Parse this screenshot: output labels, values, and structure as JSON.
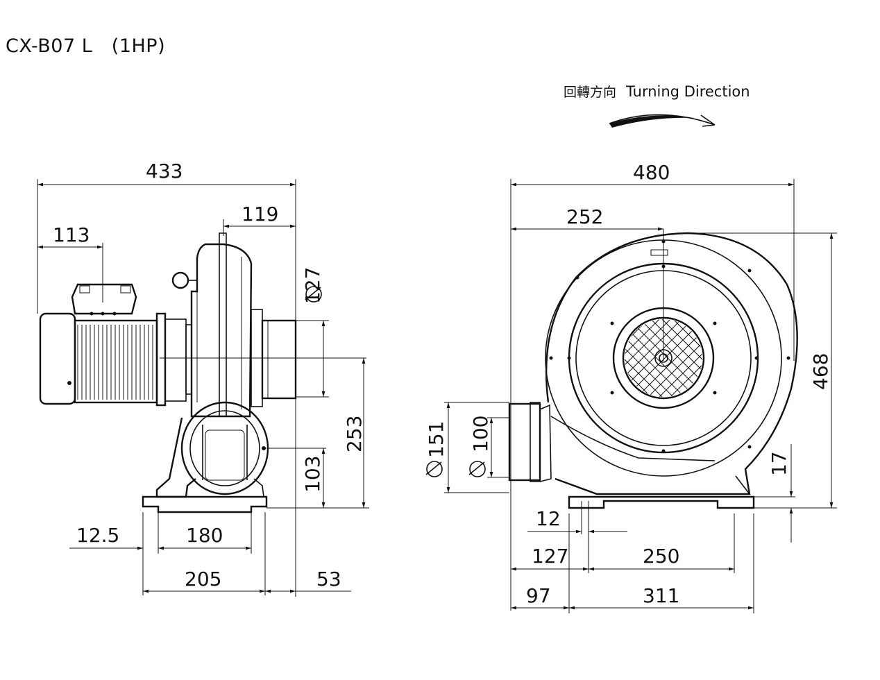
{
  "title": "CX-B07 L　(1HP)",
  "turning_direction": {
    "label_zh": "回轉方向",
    "label_en": "Turning Direction"
  },
  "side_view": {
    "dims": {
      "overall_length": "433",
      "outlet_offset": "119",
      "junction_offset": "113",
      "outlet_dia": "127",
      "shaft_height": "253",
      "inlet_height": "103",
      "base_margin": "12.5",
      "base_hole_pitch": "180",
      "base_width": "205",
      "outlet_overhang": "53"
    }
  },
  "front_view": {
    "dims": {
      "overall_width": "480",
      "center_offset": "252",
      "overall_height": "468",
      "flange_dia": "151",
      "inlet_dia": "100",
      "base_height": "17",
      "slot_width": "12",
      "outlet_to_hole": "127",
      "hole_pitch": "250",
      "outlet_to_base": "97",
      "base_length": "311"
    }
  },
  "colors": {
    "line": "#111111",
    "background": "#ffffff"
  }
}
